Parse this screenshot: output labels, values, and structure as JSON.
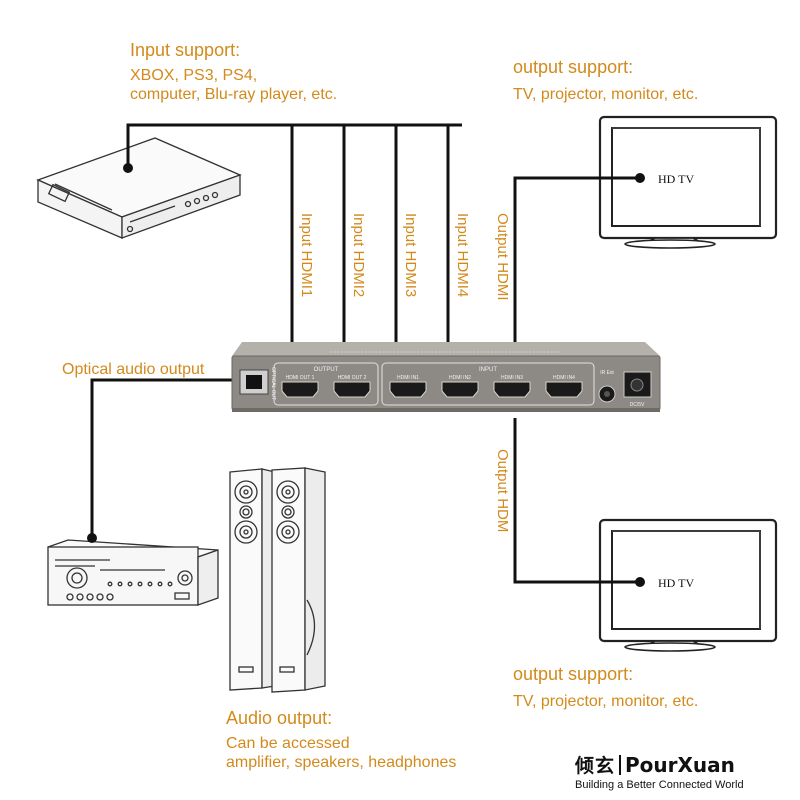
{
  "input_support": {
    "title": "Input support:",
    "line1": "XBOX, PS3, PS4,",
    "line2": "computer, Blu-ray player, etc."
  },
  "output_support_top": {
    "title": "output support:",
    "line1": "TV, projector, monitor, etc."
  },
  "output_support_bottom": {
    "title": "output support:",
    "line1": "TV, projector, monitor, etc."
  },
  "optical_audio_label": "Optical audio output",
  "audio_output": {
    "title": "Audio output:",
    "line1": "Can be accessed",
    "line2": "amplifier, speakers, headphones"
  },
  "cable_labels": {
    "input1": "Input HDMI1",
    "input2": "Input HDMI2",
    "input3": "Input HDMI3",
    "input4": "Input HDMI4",
    "output_top": "Output HDMI",
    "output_bottom": "Output HDM"
  },
  "tv_top": {
    "label": "HD TV"
  },
  "tv_bottom": {
    "label": "HD TV"
  },
  "device": {
    "output_group": "OUTPUT",
    "input_group": "INPUT",
    "optical_label": "OPTICAL OUT",
    "ports": {
      "out1": "HDMI OUT 1",
      "out2": "HDMI OUT 2",
      "in1": "HDMI IN1",
      "in2": "HDMI IN2",
      "in3": "HDMI IN3",
      "in4": "HDMI IN4"
    },
    "ir_label": "IR Ext",
    "dc_label": "DC/5V"
  },
  "brand": {
    "chinese": "倾玄",
    "name": "PourXuan",
    "tagline": "Building a Better Connected World"
  },
  "colors": {
    "accent_orange": "#d38a1c",
    "device_body": "#8d8a85",
    "cable": "#111111"
  },
  "icons": [
    "dvd-player-icon",
    "tv-icon",
    "av-receiver-icon",
    "floor-speaker-icon"
  ]
}
